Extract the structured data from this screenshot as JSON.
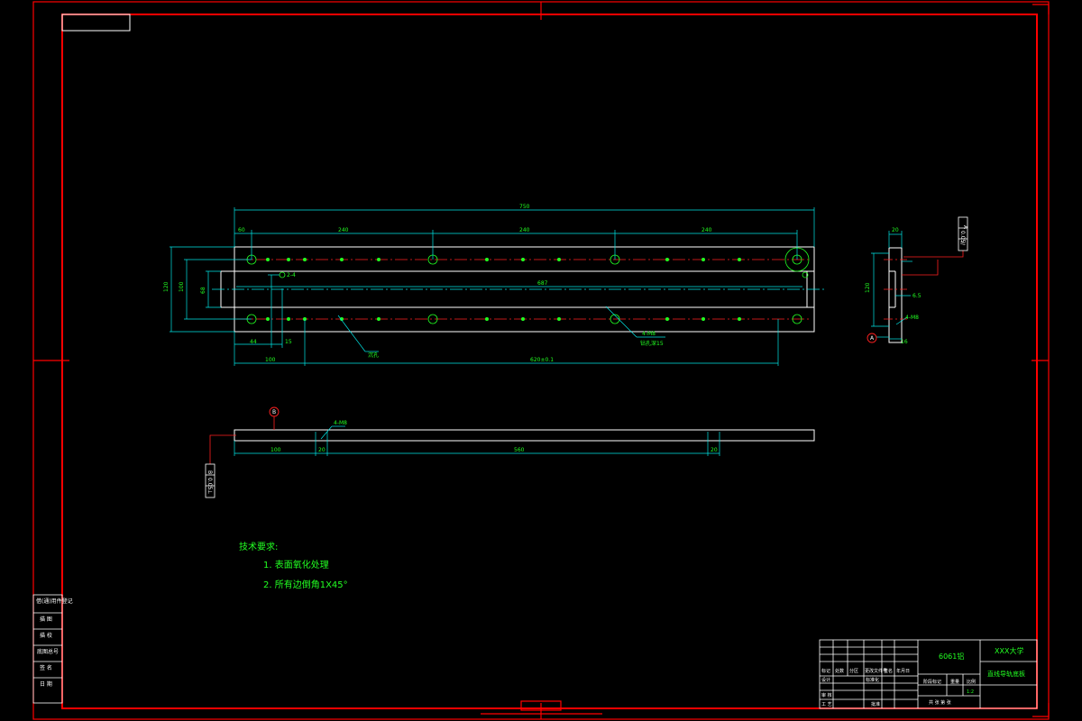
{
  "colors": {
    "frame": "#ff0000",
    "part_outline": "#ffffff",
    "dimension": "#00e5e5",
    "centerline": "#ff2020",
    "text": "#22ff22",
    "hole": "#22ff22"
  },
  "top_view": {
    "overall_length": "750",
    "segments": [
      "60",
      "240",
      "240",
      "240"
    ],
    "inner_length": "687",
    "bottom_left": "100",
    "bottom_span": "620±0.1",
    "height_outer": "120",
    "height_mid": "100",
    "height_inner": "68",
    "small_left": "44",
    "small_right": "15",
    "hole_callout_left": "2-4",
    "thread_callout": "4-M8",
    "thread_depth": "钻孔深15",
    "leader_label": "沉孔"
  },
  "side_view": {
    "top_width": "20",
    "height": "120",
    "dim_right": "6.5",
    "bottom_width": "16",
    "hole_note": "4-M8",
    "datum": "A",
    "tolerance": [
      "//",
      "0.05",
      "A"
    ]
  },
  "bottom_view": {
    "datum": "B",
    "hole_note": "4-M8",
    "dims": [
      "100",
      "20",
      "560",
      "20"
    ],
    "tolerance": [
      "⊥",
      "0.05",
      "B"
    ]
  },
  "notes": {
    "title": "技术要求:",
    "items": [
      "1. 表面氧化处理",
      "2. 所有边倒角1X45°"
    ]
  },
  "left_strip": [
    "借(通)用件登记",
    "描 图",
    "描 校",
    "底图总号",
    "签 名",
    "日 期"
  ],
  "title_block": {
    "material": "6061铝",
    "company": "XXX大学",
    "part_name": "直线导轨底板",
    "row_labels": [
      "标记",
      "处数",
      "分区",
      "更改文件号",
      "签名",
      "年月日"
    ],
    "designer_row": "设计",
    "standard": "标准化",
    "stage_labels": [
      "阶段标记",
      "重量",
      "比例"
    ],
    "ratio": "1:2",
    "review": "审 核",
    "process": "工 艺",
    "approve": "批准",
    "sheet": "共 张 第 张"
  }
}
